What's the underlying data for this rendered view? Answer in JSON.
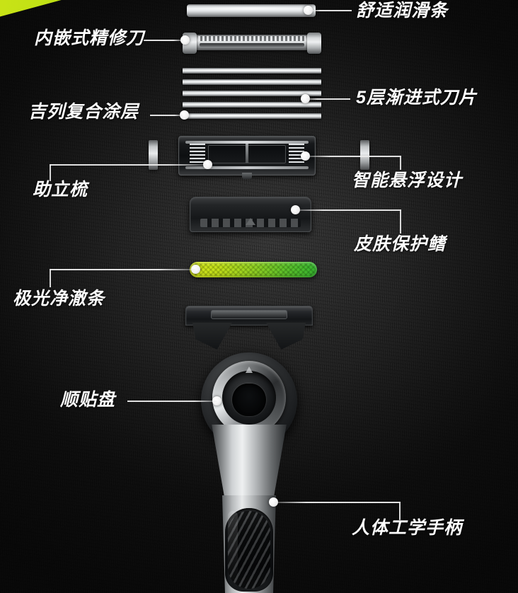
{
  "image": {
    "type": "product-infographic",
    "subject": "razor-exploded-view",
    "background_color": "#1a1a1a",
    "accent_color": "#c9e316",
    "label_color": "#fdfdfd",
    "leader_line_color": "#e8e8e8"
  },
  "corner_accent": {
    "name": "green-corner-triangle",
    "color_start": "#c9e316",
    "color_end": "#bcdd14"
  },
  "callouts": [
    {
      "id": "lubricating-strip",
      "label": "舒适润滑条",
      "side": "right",
      "part": "upper metallic lubrication strip"
    },
    {
      "id": "precision-trimmer",
      "label": "内嵌式精修刀",
      "side": "left",
      "part": "embedded precision trimmer blade"
    },
    {
      "id": "gillette-coating",
      "label": "吉列复合涂层",
      "side": "left",
      "part": "composite blade coating"
    },
    {
      "id": "five-blades",
      "label": "5层渐进式刀片",
      "side": "right",
      "part": "five progressive blades"
    },
    {
      "id": "lift-comb",
      "label": "助立梳",
      "side": "left",
      "part": "hair lifting comb"
    },
    {
      "id": "suspension-design",
      "label": "智能悬浮设计",
      "side": "right",
      "part": "intelligent suspension frame"
    },
    {
      "id": "skin-guard-fin",
      "label": "皮肤保护鳍",
      "side": "right",
      "part": "skin protection fin guard"
    },
    {
      "id": "aurora-strip",
      "label": "极光净澈条",
      "side": "left",
      "part": "green aurora lubricating bar",
      "colors": [
        "#d6e81c",
        "#93d322",
        "#35b62f"
      ]
    },
    {
      "id": "pivot-disc",
      "label": "顺贴盘",
      "side": "left",
      "part": "smooth-fit pivot disc"
    },
    {
      "id": "ergonomic-handle",
      "label": "人体工学手柄",
      "side": "right",
      "part": "ergonomic textured handle grip"
    }
  ],
  "parts": {
    "blade_count": 5,
    "blade_label_ids": [
      "blade-1",
      "blade-2",
      "blade-3",
      "blade-4",
      "blade-5"
    ]
  }
}
